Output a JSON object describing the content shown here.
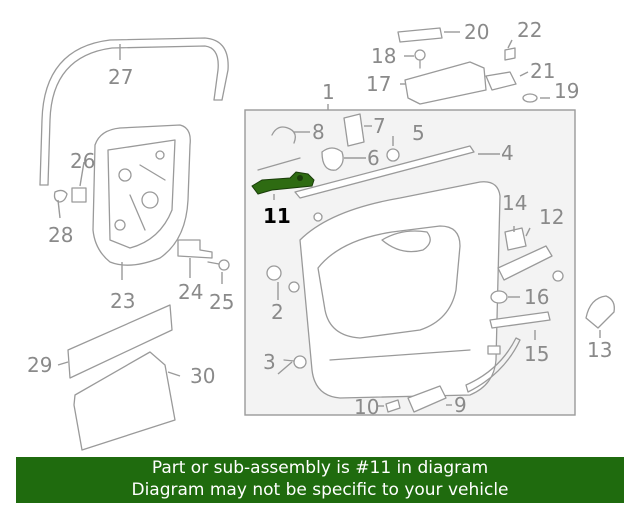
{
  "highlight_color": "#2e6b12",
  "banner_color": "#1f6b0e",
  "callouts": {
    "c1": "1",
    "c2": "2",
    "c3": "3",
    "c4": "4",
    "c5": "5",
    "c6": "6",
    "c7": "7",
    "c8": "8",
    "c9": "9",
    "c10": "10",
    "c11": "11",
    "c12": "12",
    "c13": "13",
    "c14": "14",
    "c15": "15",
    "c16": "16",
    "c17": "17",
    "c18": "18",
    "c19": "19",
    "c20": "20",
    "c21": "21",
    "c22": "22",
    "c23": "23",
    "c24": "24",
    "c25": "25",
    "c26": "26",
    "c27": "27",
    "c28": "28",
    "c29": "29",
    "c30": "30"
  },
  "banner": {
    "line1": "Part or sub-assembly is #11 in diagram",
    "line2": "Diagram may not be specific to your vehicle"
  }
}
